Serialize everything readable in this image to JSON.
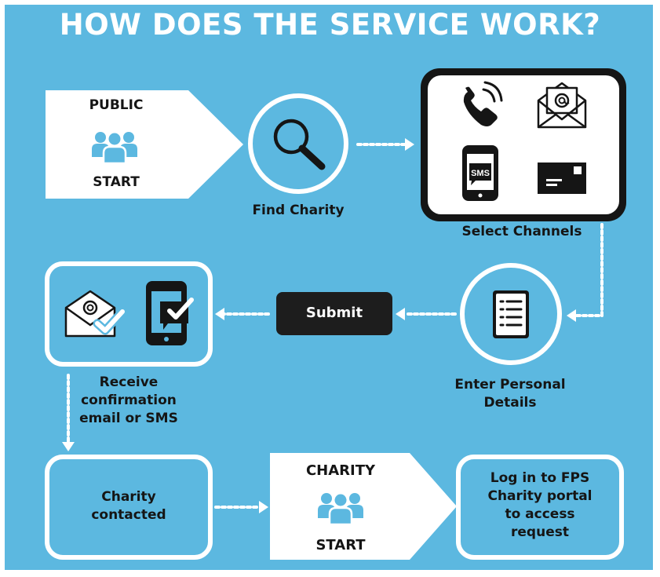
{
  "title": "HOW DOES THE SERVICE WORK?",
  "public_start": {
    "top": "PUBLIC",
    "bottom": "START"
  },
  "steps": {
    "find_charity": "Find Charity",
    "select_channels": "Select Channels",
    "enter_details": [
      "Enter Personal",
      "Details"
    ],
    "submit": "Submit",
    "receive_confirmation": [
      "Receive",
      "confirmation",
      "email or SMS"
    ],
    "charity_contacted": [
      "Charity",
      "contacted"
    ],
    "login_portal": [
      "Log in to FPS",
      "Charity portal",
      "to access",
      "request"
    ]
  },
  "charity_start": {
    "top": "CHARITY",
    "bottom": "START"
  },
  "sms_text": "SMS",
  "colors": {
    "background": "#5cb8e0",
    "ink": "#151515",
    "white": "#ffffff"
  },
  "icons": [
    "people-icon",
    "magnifier-icon",
    "phone-icon",
    "email-icon",
    "sms-icon",
    "letter-icon",
    "checklist-icon",
    "email-check-icon",
    "mobile-check-icon"
  ]
}
